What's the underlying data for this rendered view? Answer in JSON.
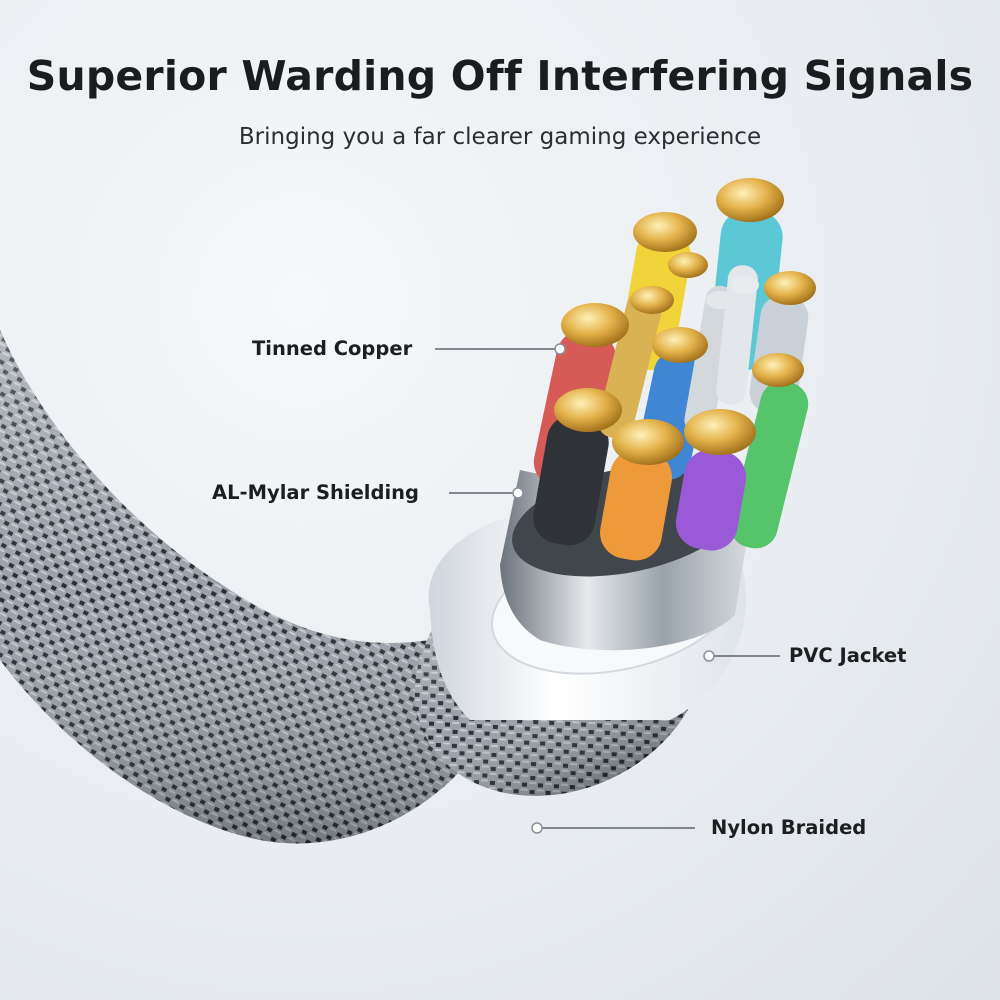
{
  "header": {
    "title": "Superior Warding Off Interfering Signals",
    "subtitle": "Bringing you a far clearer gaming experience"
  },
  "callouts": {
    "tinned_copper": "Tinned Copper",
    "al_mylar": "AL-Mylar Shielding",
    "pvc_jacket": "PVC Jacket",
    "nylon_braided": "Nylon Braided"
  },
  "colors": {
    "background": "#e9edf1",
    "braid": "#8f969e",
    "pvc_jacket": "#f3f5f8",
    "copper": "#d9a441",
    "wire_colors": [
      "#5cc8d6",
      "#f0d43a",
      "#e0e3e7",
      "#b9c1c9",
      "#d65a55",
      "#3f86d4",
      "#55c46a",
      "#2f3338",
      "#ee9a3a",
      "#9a5ad8"
    ]
  }
}
